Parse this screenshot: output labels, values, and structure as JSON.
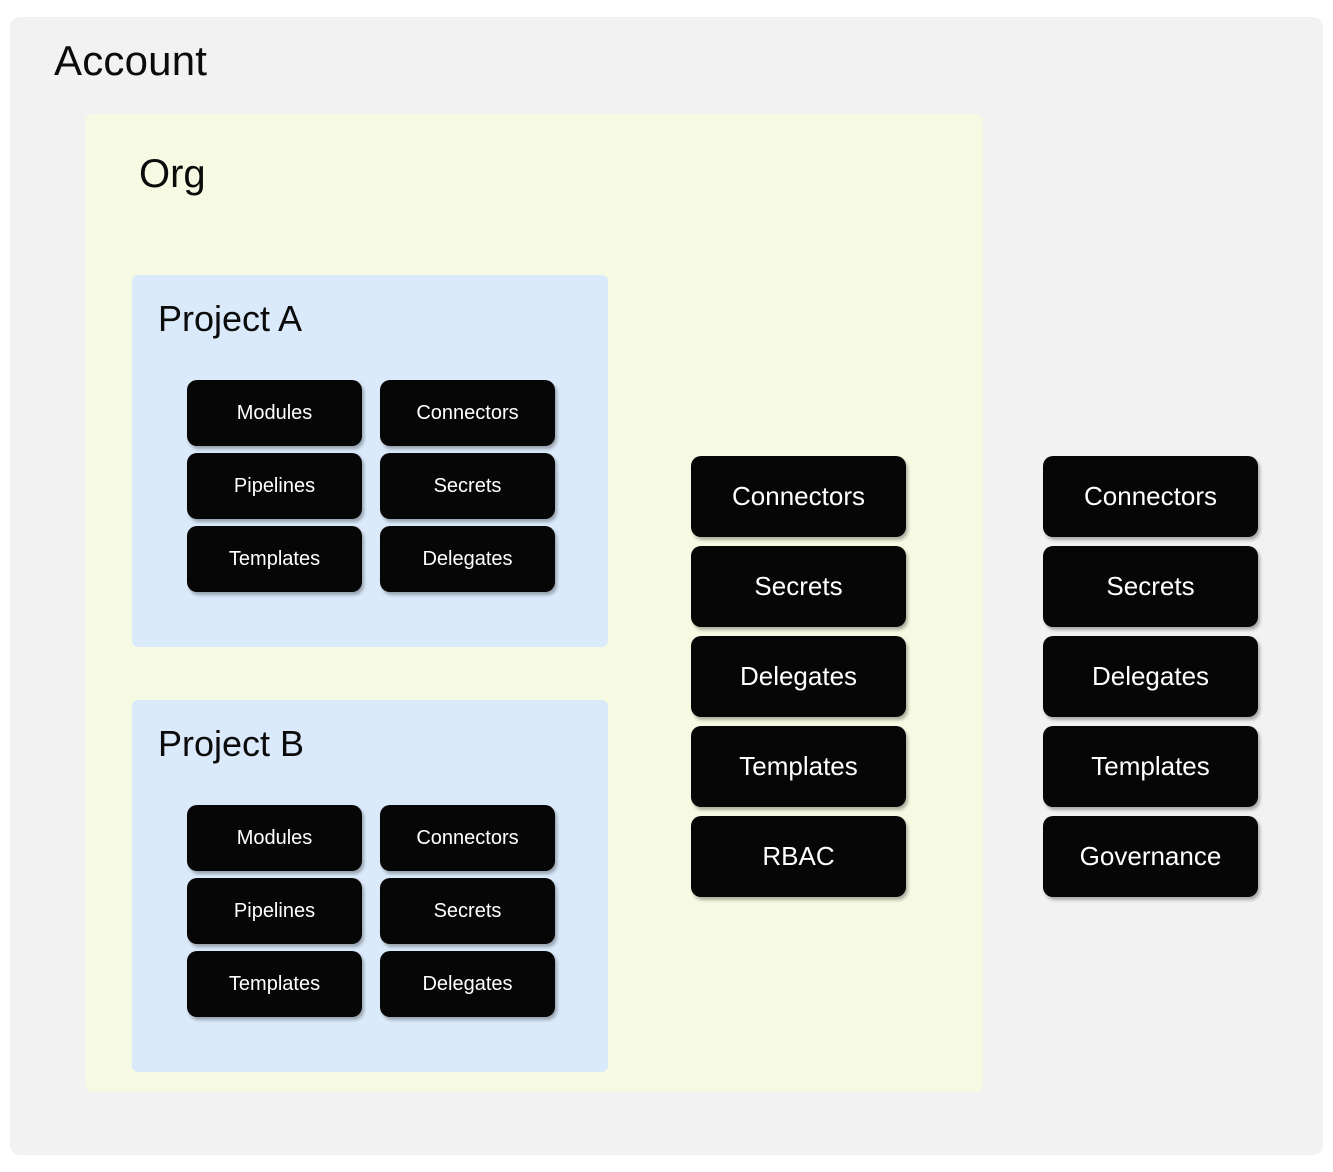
{
  "account": {
    "title": "Account",
    "background_color": "#f2f2f2"
  },
  "org": {
    "title": "Org",
    "background_color": "#f7fae2"
  },
  "projects": [
    {
      "title": "Project A",
      "background_color": "#daeafb",
      "resources": [
        "Modules",
        "Connectors",
        "Pipelines",
        "Secrets",
        "Templates",
        "Delegates"
      ]
    },
    {
      "title": "Project B",
      "background_color": "#daeafb",
      "resources": [
        "Modules",
        "Connectors",
        "Pipelines",
        "Secrets",
        "Templates",
        "Delegates"
      ]
    }
  ],
  "org_level_resources": [
    "Connectors",
    "Secrets",
    "Delegates",
    "Templates",
    "RBAC"
  ],
  "account_level_resources": [
    "Connectors",
    "Secrets",
    "Delegates",
    "Templates",
    "Governance"
  ],
  "styles": {
    "pill_background": "#060606",
    "pill_text_color": "#ffffff",
    "page_background": "#ffffff"
  }
}
